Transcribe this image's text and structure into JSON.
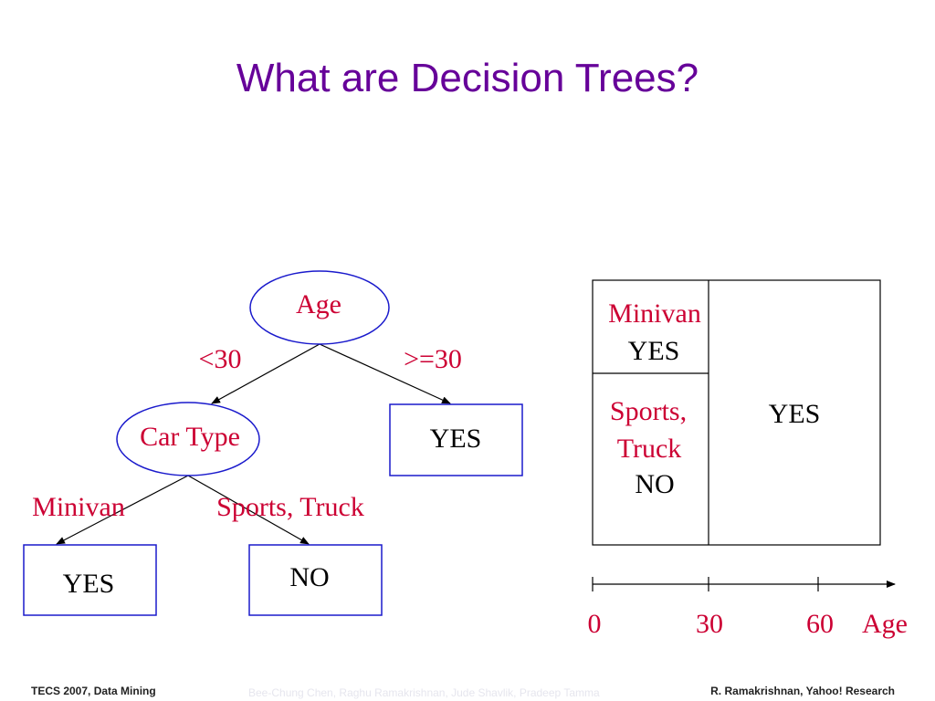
{
  "slide": {
    "title": "What are Decision Trees?"
  },
  "tree": {
    "root": "Age",
    "root_left_edge": "<30",
    "root_right_edge": ">=30",
    "car_type_node": "Car Type",
    "right_leaf": "YES",
    "car_left_edge": "Minivan",
    "car_right_edge": "Sports, Truck",
    "minivan_leaf": "YES",
    "sports_leaf": "NO"
  },
  "partition": {
    "top_left_label": "Minivan",
    "top_left_value": "YES",
    "bottom_left_label_line1": "Sports,",
    "bottom_left_label_line2": "Truck",
    "bottom_left_value": "NO",
    "right_value": "YES",
    "axis": {
      "ticks": [
        "0",
        "30",
        "60"
      ],
      "label": "Age"
    }
  },
  "footer": {
    "left": "TECS 2007, Data Mining",
    "middle": "Bee-Chung Chen, Raghu Ramakrishnan, Jude Shavlik, Pradeep Tamma",
    "right": "R. Ramakrishnan, Yahoo! Research"
  },
  "colors": {
    "title": "#660099",
    "edge_label": "#cc0033",
    "node_border": "#1a1acc",
    "text": "#000000"
  }
}
